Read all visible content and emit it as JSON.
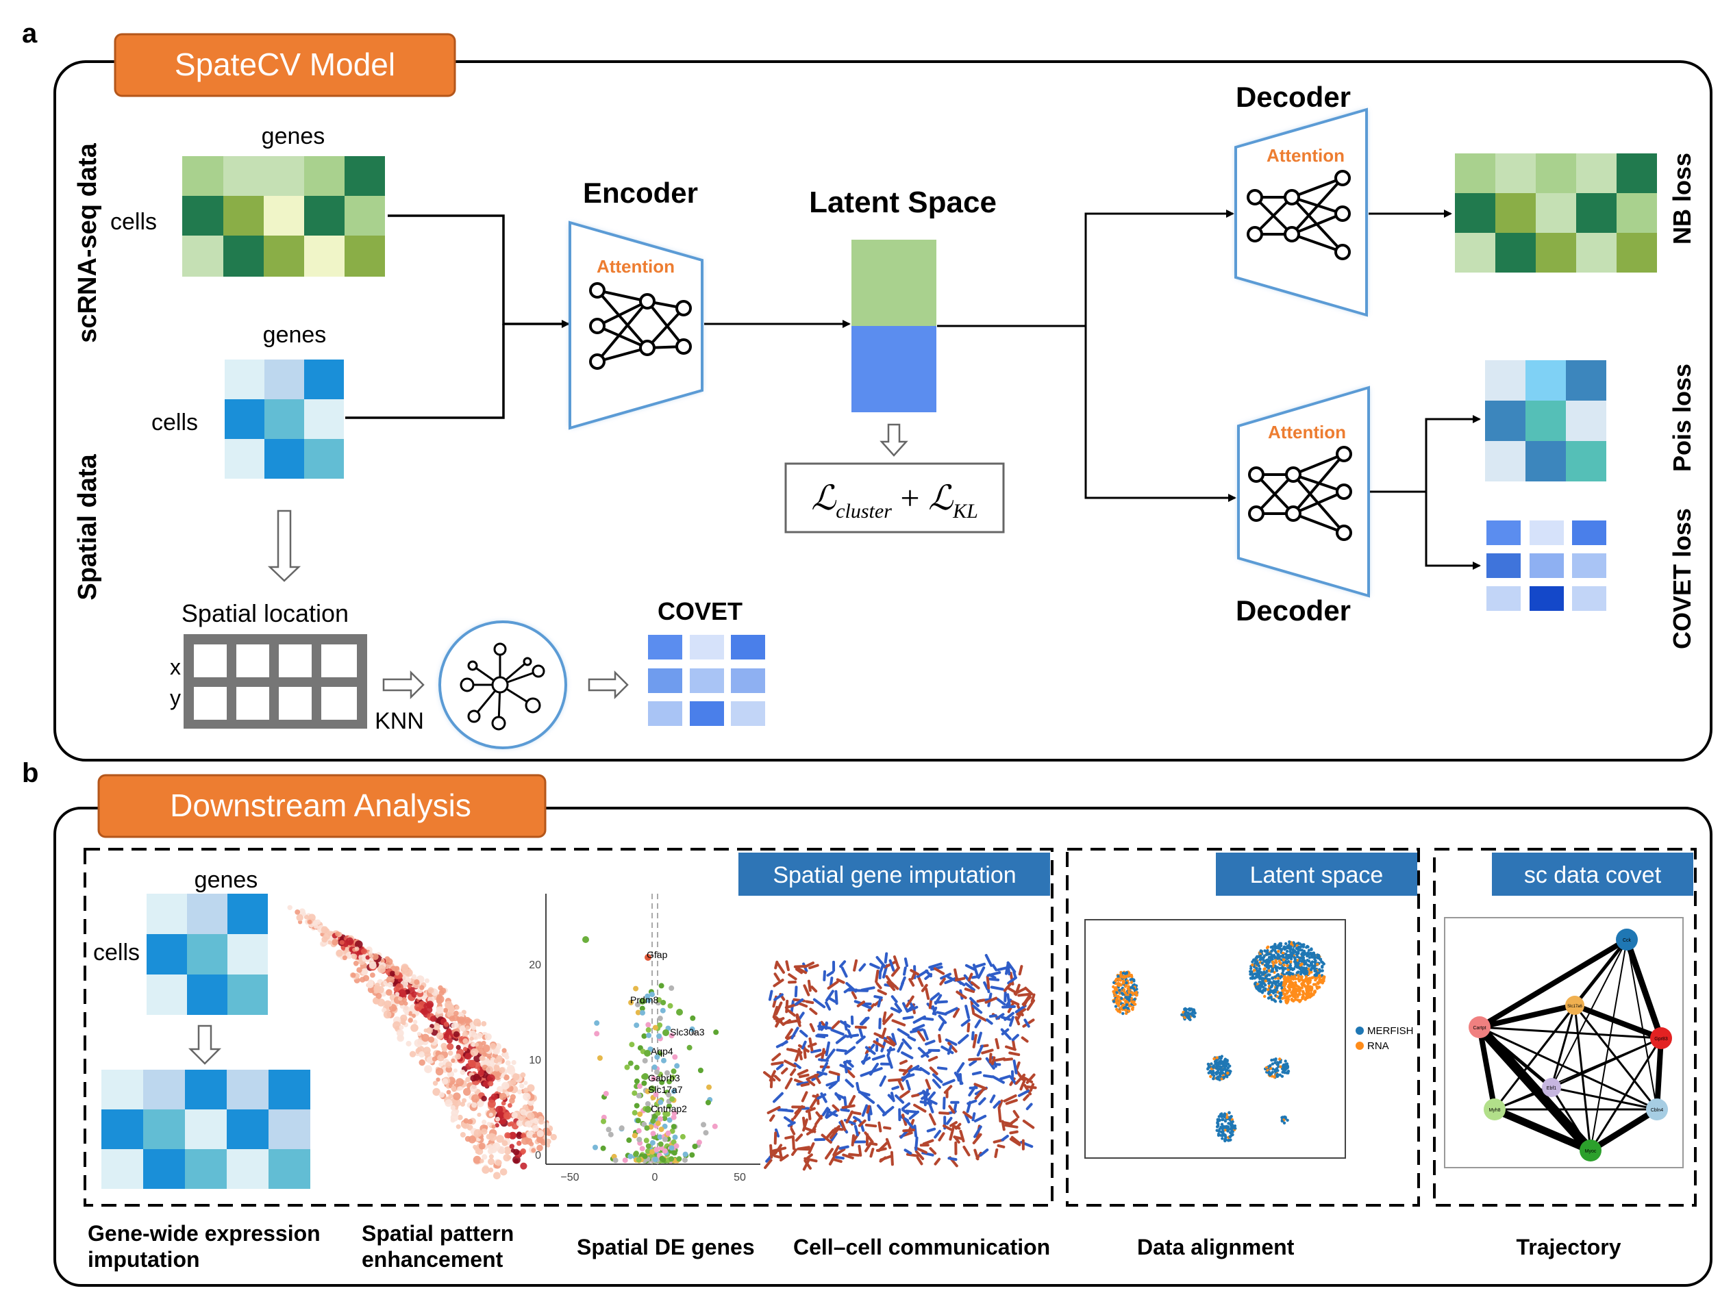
{
  "panel_a": {
    "letter": "a",
    "title": "SpateCV Model",
    "side_label_scrna": "scRNA-seq data",
    "side_label_spatial": "Spatial  data",
    "scrna_genes": "genes",
    "scrna_cells": "cells",
    "spatial_genes": "genes",
    "spatial_cells": "cells",
    "encoder_title": "Encoder",
    "attention": "Attention",
    "latent_title": "Latent Space",
    "loss_formula_main1": "ℒ",
    "loss_formula_sub1": "cluster",
    "loss_formula_plus": " + ",
    "loss_formula_main2": "ℒ",
    "loss_formula_sub2": "KL",
    "decoder_top_title": "Decoder",
    "decoder_bottom_title": "Decoder",
    "nb_loss": "NB loss",
    "pois_loss": "Pois loss",
    "covet_loss": "COVET loss",
    "spatial_location": "Spatial location",
    "x_label": "x",
    "y_label": "y",
    "knn_label": "KNN",
    "covet_title": "COVET"
  },
  "panel_b": {
    "letter": "b",
    "title": "Downstream Analysis",
    "tag_spatial": "Spatial gene imputation",
    "tag_latent": "Latent space",
    "tag_covet": "sc data covet",
    "genes": "genes",
    "cells": "cells",
    "volcano": {
      "ytick_0": "0",
      "ytick_10": "10",
      "ytick_20": "20",
      "xtick_m50": "−50",
      "xtick_0": "0",
      "xtick_50": "50",
      "genes": [
        "Gfap",
        "Prdm8",
        "Slc30a3",
        "Aqp4",
        "Gabrb3",
        "Slc17a7",
        "Cntnap2"
      ]
    },
    "umap_legend": [
      "MERFISH",
      "RNA"
    ],
    "network_nodes": [
      "Cck",
      "Cartpt",
      "Slc17a6",
      "Gpr83",
      "Ebf1",
      "Cbln4",
      "Myh8",
      "Myoc"
    ],
    "captions": {
      "c1_line1": "Gene-wide expression",
      "c1_line2": "imputation",
      "c2_line1": "Spatial pattern",
      "c2_line2": "enhancement",
      "c3": "Spatial DE genes",
      "c4": "Cell–cell communication",
      "c5": "Data alignment",
      "c6": "Trajectory"
    }
  },
  "colors": {
    "orange_tab": "#ED7D31",
    "blue_tag": "#2E75B6",
    "attention_orange": "#ED7D31",
    "latent_green": "#A9D18E",
    "latent_blue": "#5B8DEF"
  }
}
